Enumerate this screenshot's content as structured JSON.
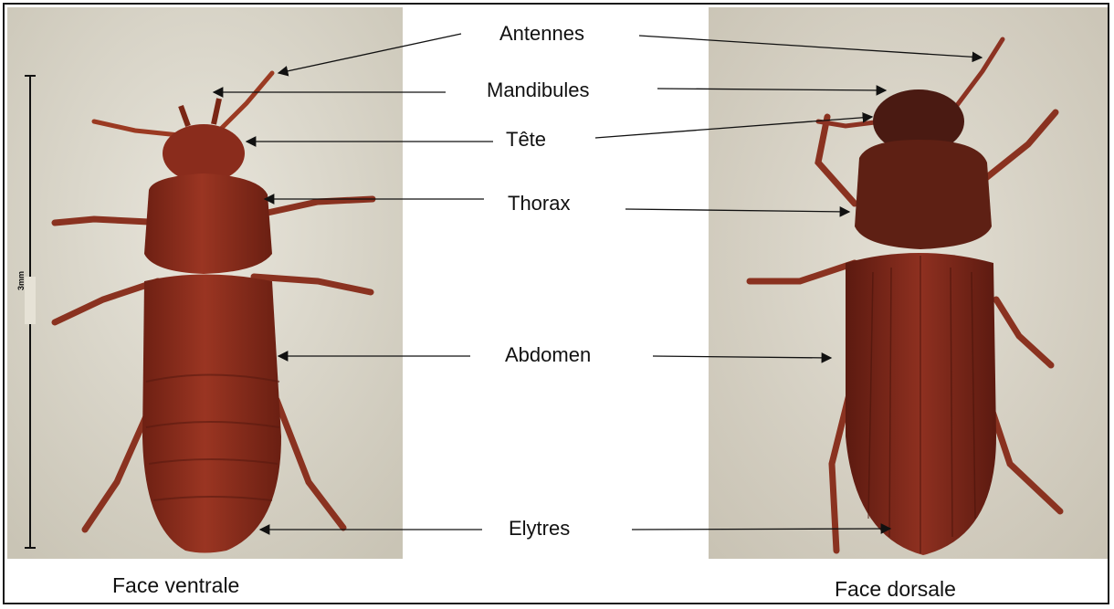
{
  "labels": {
    "antennes": "Antennes",
    "mandibules": "Mandibules",
    "tete": "Tête",
    "thorax": "Thorax",
    "abdomen": "Abdomen",
    "elytres": "Elytres"
  },
  "captions": {
    "left": "Face ventrale",
    "right": "Face dorsale"
  },
  "scale_bar": {
    "text": "3mm"
  },
  "colors": {
    "beetle_body": "#8a2c1c",
    "beetle_dark": "#5a1a10",
    "background_left": "#d9d5c8",
    "background_right": "#d7d2c6"
  }
}
